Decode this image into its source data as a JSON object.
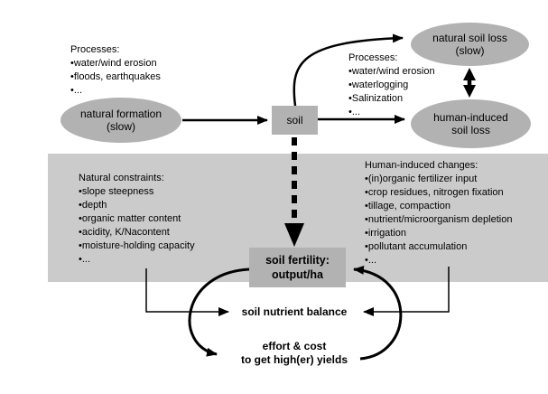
{
  "colors": {
    "node_fill": "#b2b2b2",
    "panel_fill": "#cbcbcb",
    "line_color": "#000000",
    "background": "#ffffff"
  },
  "nodes": {
    "natural_formation": {
      "line1": "natural formation",
      "line2": "(slow)"
    },
    "soil": {
      "label": "soil"
    },
    "natural_soil_loss": {
      "line1": "natural soil loss",
      "line2": "(slow)"
    },
    "human_induced_soil_loss": {
      "line1": "human-induced",
      "line2": "soil loss"
    },
    "soil_fertility": {
      "line1": "soil fertility:",
      "line2": "output/ha"
    },
    "soil_nutrient_balance": {
      "label": "soil nutrient balance"
    },
    "effort_cost": {
      "line1": "effort & cost",
      "line2": "to get high(er) yields"
    }
  },
  "text_blocks": {
    "natural_processes": {
      "heading": "Processes:",
      "items": [
        "•water/wind erosion",
        "•floods, earthquakes",
        "•..."
      ]
    },
    "loss_processes": {
      "heading": "Processes:",
      "items": [
        "•water/wind erosion",
        "•waterlogging",
        "•Salinization",
        "•..."
      ]
    },
    "natural_constraints": {
      "heading": "Natural constraints:",
      "items": [
        "•slope steepness",
        "•depth",
        "•organic matter content",
        "•acidity, K/Nacontent",
        "•moisture-holding capacity",
        "•..."
      ]
    },
    "human_induced_changes": {
      "heading": "Human-induced changes:",
      "items": [
        "•(in)organic fertilizer input",
        "•crop residues, nitrogen fixation",
        "•tillage, compaction",
        "•nutrient/microorganism depletion",
        "•irrigation",
        "•pollutant accumulation",
        "•..."
      ]
    }
  }
}
